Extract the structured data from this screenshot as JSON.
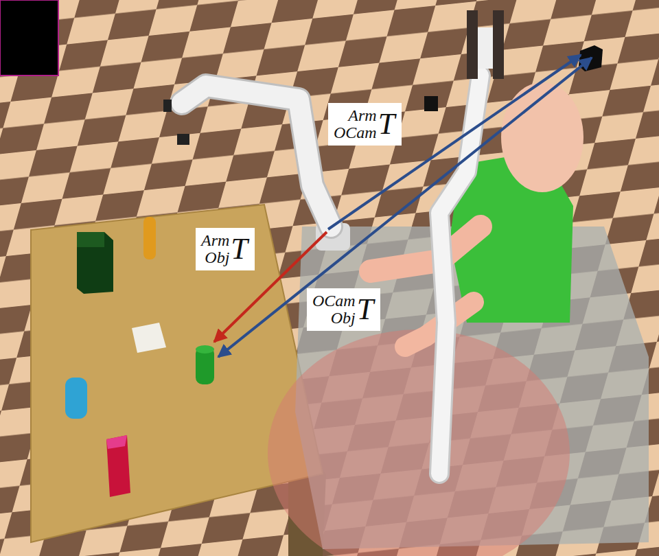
{
  "diagram": {
    "labels": [
      "Arm",
      "OCam",
      "T",
      "Arm",
      "Obj",
      "T",
      "OCam",
      "Obj",
      "T"
    ]
  }
}
